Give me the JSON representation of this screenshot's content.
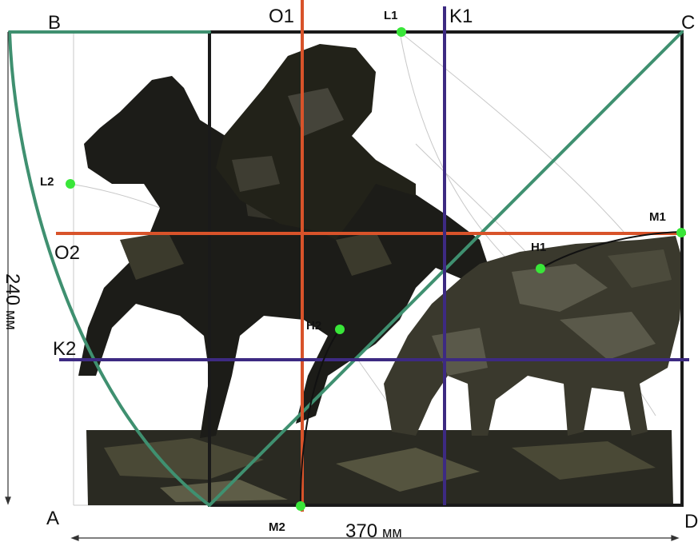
{
  "corners": {
    "A": "A",
    "B": "B",
    "C": "C",
    "D": "D"
  },
  "lines": {
    "O1": "O1",
    "K1": "K1",
    "O2": "O2",
    "K2": "K2"
  },
  "points": {
    "L1": "L1",
    "L2": "L2",
    "M1": "M1",
    "M2": "M2",
    "H1": "H1",
    "H2": "H2"
  },
  "dimensions": {
    "height": "240",
    "height_unit": "мм",
    "width": "370",
    "width_unit": "мм"
  },
  "colors": {
    "frame": "#1a1a1a",
    "green_curve": "#3f9070",
    "orange_line": "#d8532a",
    "purple_line": "#3d2a82",
    "point_fill": "#39e639",
    "sculpture_dark": "#1c1c18",
    "sculpture_mid": "#3b3a2c",
    "sculpture_light": "#6b6a52",
    "guide_gray": "#bdbdbd"
  }
}
